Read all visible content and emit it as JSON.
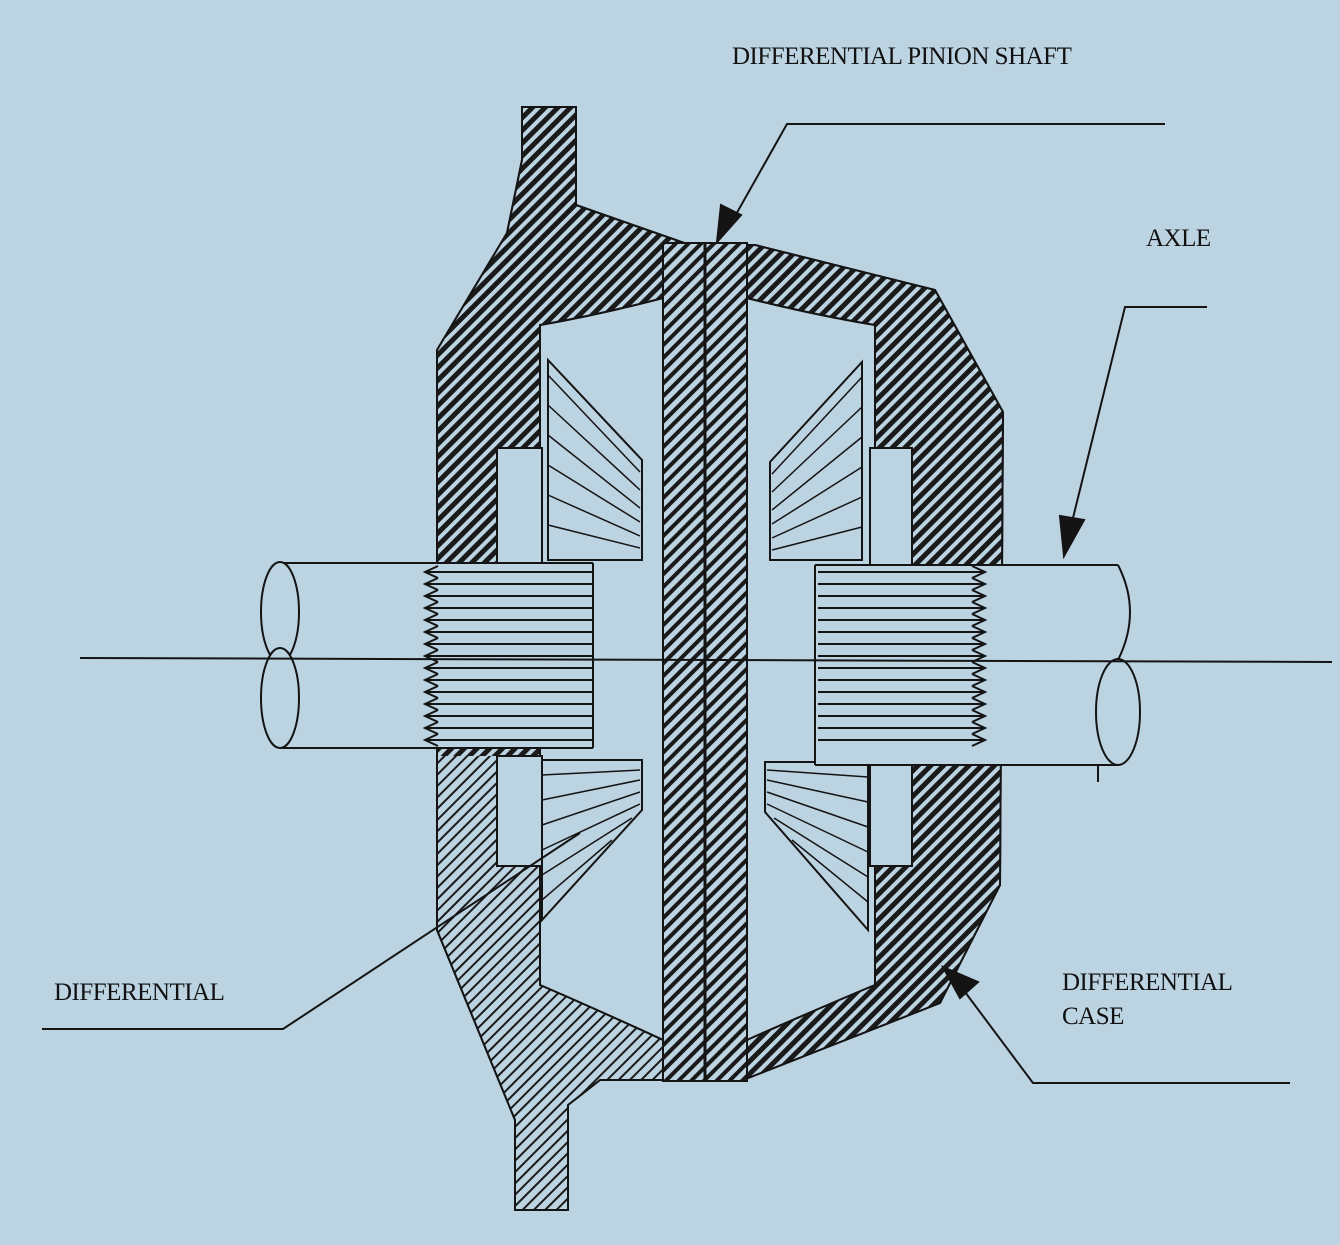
{
  "diagram": {
    "labels": {
      "pinion_shaft": "DIFFERENTIAL PINION SHAFT",
      "axle": "AXLE",
      "differential": "DIFFERENTIAL",
      "case_line1": "DIFFERENTIAL",
      "case_line2": "CASE"
    },
    "colors": {
      "background": "#bcd3e2",
      "ink": "#141414"
    }
  }
}
